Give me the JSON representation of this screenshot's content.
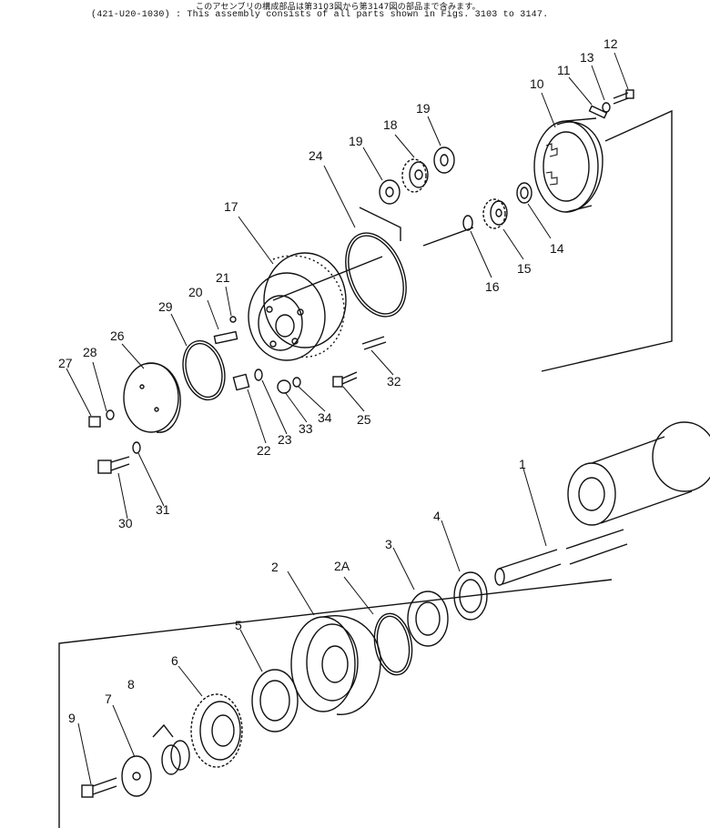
{
  "header": {
    "note_jp": "このアセンブリの構成部品は第3103図から第3147図の部品まで含みます。",
    "note_en": "(421-U20-1030) : This assembly consists of all parts shown in Figs. 3103 to 3147."
  },
  "labels": {
    "p1": "1",
    "p2": "2",
    "p2a": "2A",
    "p3": "3",
    "p4": "4",
    "p5": "5",
    "p6": "6",
    "p7": "7",
    "p8": "8",
    "p9": "9",
    "p10": "10",
    "p11": "11",
    "p12": "12",
    "p13": "13",
    "p14": "14",
    "p15": "15",
    "p16": "16",
    "p17": "17",
    "p18": "18",
    "p19a": "19",
    "p19b": "19",
    "p20": "20",
    "p21": "21",
    "p22": "22",
    "p23": "23",
    "p24": "24",
    "p25": "25",
    "p26": "26",
    "p27": "27",
    "p28": "28",
    "p29": "29",
    "p30": "30",
    "p31": "31",
    "p32": "32",
    "p33": "33",
    "p34": "34"
  }
}
